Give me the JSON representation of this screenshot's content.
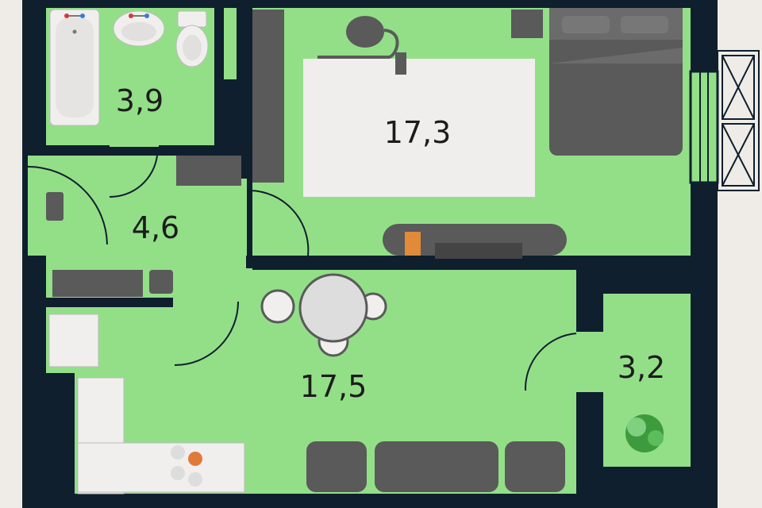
{
  "plan": {
    "colors": {
      "background": "#efece7",
      "wall": "#0f1f2e",
      "floor": "#93df88",
      "furniture": "#5a5a5a",
      "fixture": "#f1efee",
      "rug": "#efeeec"
    },
    "rooms": [
      {
        "id": "bathroom",
        "area": "3,9"
      },
      {
        "id": "hallway",
        "area": "4,6"
      },
      {
        "id": "bedroom",
        "area": "17,3"
      },
      {
        "id": "kitchen-living",
        "area": "17,5"
      },
      {
        "id": "loggia",
        "area": "3,2"
      }
    ],
    "icons": [
      "bathtub-icon",
      "sink-icon",
      "toilet-icon",
      "bed-icon",
      "vacuum-icon",
      "dining-table-icon",
      "sofa-icon",
      "plant-icon",
      "stove-icon",
      "tv-stand-icon",
      "washing-machine-icon"
    ]
  }
}
